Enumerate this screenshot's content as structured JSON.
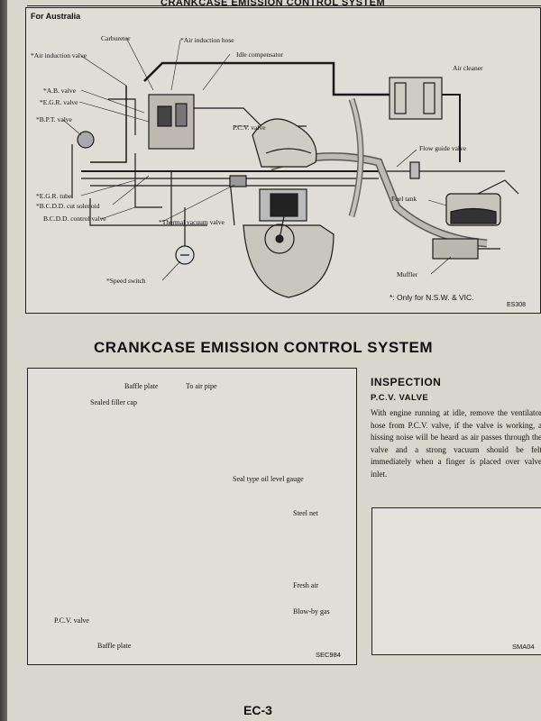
{
  "header": {
    "title": "CRANKCASE EMISSION CONTROL SYSTEM"
  },
  "top_diagram": {
    "region": "For Australia",
    "labels": {
      "carburetor": "Carburetor",
      "air_induction_hose": "*Air induction hose",
      "air_induction_valve": "*Air induction valve",
      "idle_compensator": "Idle compensator",
      "air_cleaner": "Air cleaner",
      "ab_valve": "*A.B. valve",
      "egr_valve": "*E.G.R. valve",
      "bpt_valve": "*B.P.T. valve",
      "pcv_valve": "P.C.V. valve",
      "flow_guide_valve": "Flow guide valve",
      "fuel_tank": "Fuel tank",
      "egr_tube": "*E.G.R. tube",
      "bcdd_cut_solenoid": "*B.C.D.D. cut solenoid",
      "bcdd_control_valve": "B.C.D.D. control valve",
      "thermal_vacuum_valve": "*Thermal vacuum valve",
      "speed_switch": "*Speed switch",
      "muffler": "Muffler"
    },
    "note": "*: Only for N.S.W. & VIC.",
    "code": "ES308"
  },
  "section_title": "CRANKCASE EMISSION CONTROL SYSTEM",
  "bottom_diagram": {
    "labels": {
      "baffle_plate_top": "Baffle plate",
      "to_air_pipe": "To air pipe",
      "sealed_filler_cap": "Sealed filler cap",
      "oil_level_gauge": "Seal type oil level gauge",
      "steel_net": "Steel net",
      "fresh_air": "Fresh air",
      "blow_by_gas": "Blow-by gas",
      "pcv_valve": "P.C.V. valve",
      "baffle_plate_bottom": "Baffle plate"
    },
    "code": "SEC984"
  },
  "inspection": {
    "title": "INSPECTION",
    "subtitle": "P.C.V. VALVE",
    "body": "With engine running at idle, remove the ventilator hose from P.C.V. valve, if the valve is working, a hissing noise will be heard as air passes through the valve and a strong vacuum should be felt immediately when a finger is placed over valve inlet.",
    "figure_code": "SMA04"
  },
  "page_number": "EC-3"
}
